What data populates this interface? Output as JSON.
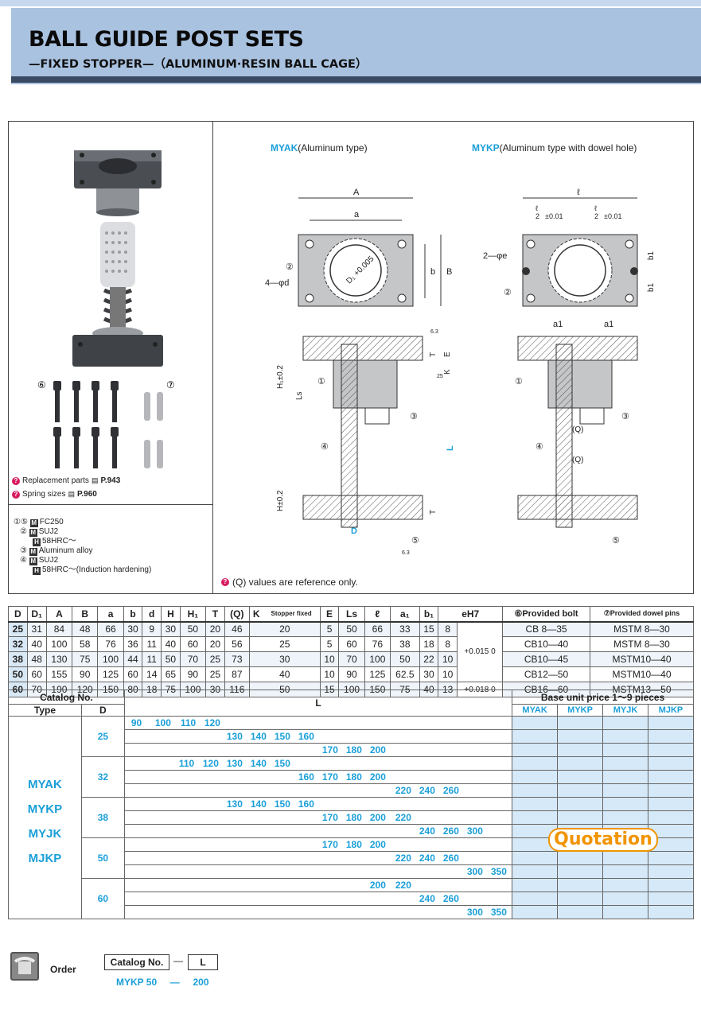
{
  "header": {
    "title": "BALL GUIDE POST SETS",
    "subtitle": "—FIXED STOPPER—（ALUMINUM·RESIN BALL CAGE）"
  },
  "left_panel": {
    "callout_6": "⑥",
    "callout_7": "⑦",
    "replacement_label": "Replacement parts",
    "replacement_ref": "P.943",
    "spring_label": "Spring sizes",
    "spring_ref": "P.960",
    "materials": [
      {
        "num": "①⑤",
        "badge": "M",
        "text": "FC250"
      },
      {
        "num": "②",
        "badge": "M",
        "text": "SUJ2"
      },
      {
        "num": "",
        "badge": "H",
        "text": "58HRC～"
      },
      {
        "num": "③",
        "badge": "M",
        "text": "Aluminum alloy"
      },
      {
        "num": "④",
        "badge": "M",
        "text": "SUJ2"
      },
      {
        "num": "",
        "badge": "H",
        "text": "58HRC～(Induction hardening)"
      }
    ]
  },
  "diagram": {
    "myak_code": "MYAK",
    "myak_desc": "(Aluminum type)",
    "mykp_code": "MYKP",
    "mykp_desc": "(Aluminum type with dowel hole)",
    "labels": {
      "A": "A",
      "a": "a",
      "b": "b",
      "B": "B",
      "ell": "ℓ",
      "half_ell": "ℓ",
      "half_den": "2",
      "tol": "±0.01",
      "d_hole": "4—φd",
      "e_hole": "2—φe",
      "d1": "D₁ +0.005",
      "c1": "①",
      "c2": "②",
      "c3": "③",
      "c4": "④",
      "c5": "⑤",
      "H1": "H₁±0.2",
      "H": "H±0.2",
      "Ls": "Ls",
      "L": "L",
      "T": "T",
      "E": "E",
      "K": "K",
      "D": "D",
      "a1": "a1",
      "b1": "b1",
      "Q": "(Q)",
      "r63": "6.3",
      "r25": "25"
    },
    "q_note": "(Q)  values are reference only."
  },
  "dims_table": {
    "headers": [
      "D",
      "D₁",
      "A",
      "B",
      "a",
      "b",
      "d",
      "H",
      "H₁",
      "T",
      "(Q)",
      "K",
      "Stopper fixed",
      "E",
      "Ls",
      "ℓ",
      "a₁",
      "b₁",
      "eH7",
      "",
      "⑥Provided bolt",
      "⑦Provided dowel pins"
    ],
    "rows": [
      [
        "25",
        "31",
        "84",
        "48",
        "66",
        "30",
        "9",
        "30",
        "50",
        "20",
        "46",
        "20",
        "5",
        "50",
        "66",
        "33",
        "15",
        "8",
        "CB 8—35",
        "MSTM 8—30"
      ],
      [
        "32",
        "40",
        "100",
        "58",
        "76",
        "36",
        "11",
        "40",
        "60",
        "20",
        "56",
        "25",
        "5",
        "60",
        "76",
        "38",
        "18",
        "8",
        "CB10—40",
        "MSTM 8—30"
      ],
      [
        "38",
        "48",
        "130",
        "75",
        "100",
        "44",
        "11",
        "50",
        "70",
        "25",
        "73",
        "30",
        "10",
        "70",
        "100",
        "50",
        "22",
        "10",
        "CB10—45",
        "MSTM10—40"
      ],
      [
        "50",
        "60",
        "155",
        "90",
        "125",
        "60",
        "14",
        "65",
        "90",
        "25",
        "87",
        "40",
        "10",
        "90",
        "125",
        "62.5",
        "30",
        "10",
        "CB12—50",
        "MSTM10—40"
      ],
      [
        "60",
        "70",
        "190",
        "120",
        "150",
        "80",
        "18",
        "75",
        "100",
        "30",
        "116",
        "50",
        "15",
        "100",
        "150",
        "75",
        "40",
        "13",
        "CB16—60",
        "MSTM13—50"
      ]
    ],
    "tol1": "+0.015 0",
    "tol2": "+0.018 0"
  },
  "catalog": {
    "catalog_no": "Catalog No.",
    "type": "Type",
    "d": "D",
    "l": "L",
    "price_title": "Base unit price  1～9 pieces",
    "price_cols": [
      "MYAK",
      "MYKP",
      "MYJK",
      "MJKP"
    ],
    "types": [
      "MYAK",
      "MYKP",
      "MYJK",
      "MJKP"
    ],
    "groups": [
      {
        "d": "25",
        "rows": [
          [
            "90",
            "100",
            "110",
            "120"
          ],
          [
            "130",
            "140",
            "150",
            "160"
          ],
          [
            "170",
            "180",
            "200"
          ]
        ]
      },
      {
        "d": "32",
        "rows": [
          [
            "110",
            "120",
            "130",
            "140",
            "150"
          ],
          [
            "160",
            "170",
            "180",
            "200"
          ],
          [
            "220",
            "240",
            "260"
          ]
        ]
      },
      {
        "d": "38",
        "rows": [
          [
            "130",
            "140",
            "150",
            "160"
          ],
          [
            "170",
            "180",
            "200",
            "220"
          ],
          [
            "240",
            "260",
            "300"
          ]
        ]
      },
      {
        "d": "50",
        "rows": [
          [
            "170",
            "180",
            "200"
          ],
          [
            "220",
            "240",
            "260"
          ],
          [
            "300",
            "350"
          ]
        ]
      },
      {
        "d": "60",
        "rows": [
          [
            "200",
            "220"
          ],
          [
            "240",
            "260"
          ],
          [
            "300",
            "350"
          ]
        ]
      }
    ],
    "quotation": "Quotation"
  },
  "order": {
    "label": "Order",
    "catalog_no": "Catalog No.",
    "dash": "—",
    "l": "L",
    "example": "MYKP 50     —     200"
  }
}
